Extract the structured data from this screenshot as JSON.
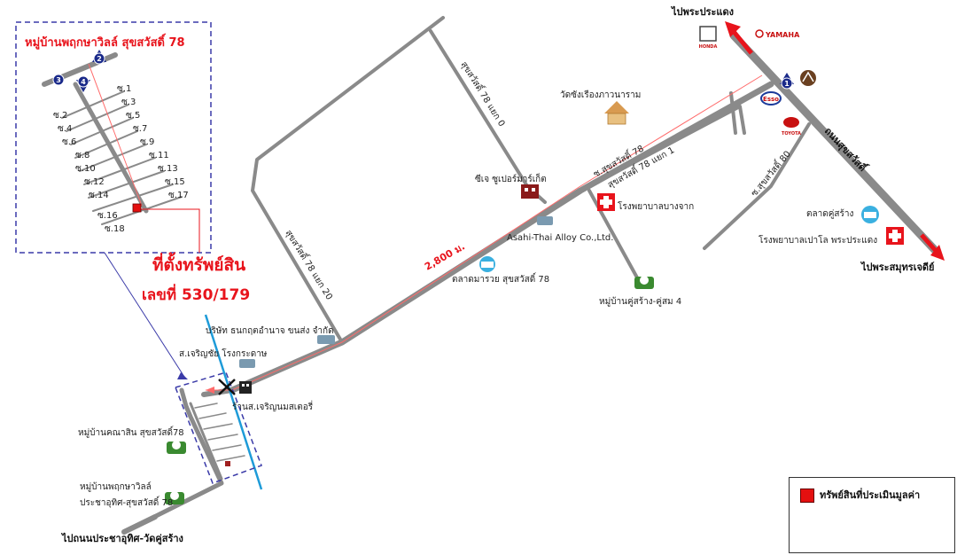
{
  "inset": {
    "title": "หมู่บ้านพฤกษาวิลล์ สุขสวัสดิ์ 78",
    "soi_left": [
      "ซ.2",
      "ซ.4",
      "ซ.6",
      "ซ.8",
      "ซ.10",
      "ซ.12",
      "ซ.14",
      "ซ.16",
      "ซ.18"
    ],
    "soi_right": [
      "ซ.1",
      "ซ.3",
      "ซ.5",
      "ซ.7",
      "ซ.9",
      "ซ.11",
      "ซ.13",
      "ซ.15",
      "ซ.17"
    ],
    "markers": [
      "2",
      "3",
      "4"
    ]
  },
  "property": {
    "label": "ที่ตั้งทรัพย์สิน",
    "number": "เลขที่ 530/179"
  },
  "directions": {
    "north": "ไปพระประแดง",
    "southeast": "ไปพระสมุทรเจดีย์",
    "southwest": "ไปถนนประชาอุทิศ-วัดคู่สร้าง"
  },
  "roads": {
    "main": "ถนนสุขสวัสดิ์",
    "soi78": "ซ.สุขสวัสดิ์ 78",
    "soi78_sub1": "สุขสวัสดิ์ 78 แยก 1",
    "soi78_sub0": "สุขสวัสดิ์ 78 แยก 0",
    "soi78_sub20": "สุขสวัสดิ์ 78 แยก 20",
    "soi80": "ซ.สุขสวัสดิ์ 80",
    "distance": "2,800 ม."
  },
  "landmarks": {
    "temple": "วัดซังเรืองภาวนาราม",
    "supermarket": "ซีเจ ซูเปอร์มาร์เก็ต",
    "asahi": "Asahi-Thai Alloy Co.,Ltd.",
    "hospital_bangchak": "โรงพยาบาลบางจาก",
    "market78": "ตลาดมารวย สุขสวัสดิ์ 78",
    "village_khusang": "หมู่บ้านคู่สร้าง-คู่สม 4",
    "market_khusang": "ตลาดคู่สร้าง",
    "hospital_paolo": "โรงพยาบาลเปาโล พระประแดง",
    "company": "บริษัท ธนกฤตอำนาจ ขนส่ง จำกัด",
    "factory": "ส.เจริญชัย โรงกระดาษ",
    "shop": "ร้านส.เจริญนมสเตอรี่",
    "village_kanasin": "หมู่บ้านคณาสิน สุขสวัสดิ์78",
    "village_pruksa_1": "หมู่บ้านพฤกษาวิลล์",
    "village_pruksa_2": "ประชาอุทิศ-สุขสวัสดิ์ 78",
    "honda": "HONDA",
    "yamaha": "YAMAHA",
    "esso": "Esso",
    "toyota": "TOYOTA"
  },
  "markers": {
    "m1": "1"
  },
  "legend": {
    "label": "ทรัพย์สินที่ประเมินมูลค่า"
  },
  "colors": {
    "road": "#8a8a8a",
    "route": "#ff6a6a",
    "red": "#e8141c",
    "blue_dash": "#3a3aa8",
    "blue_line": "#1e9bd8"
  }
}
